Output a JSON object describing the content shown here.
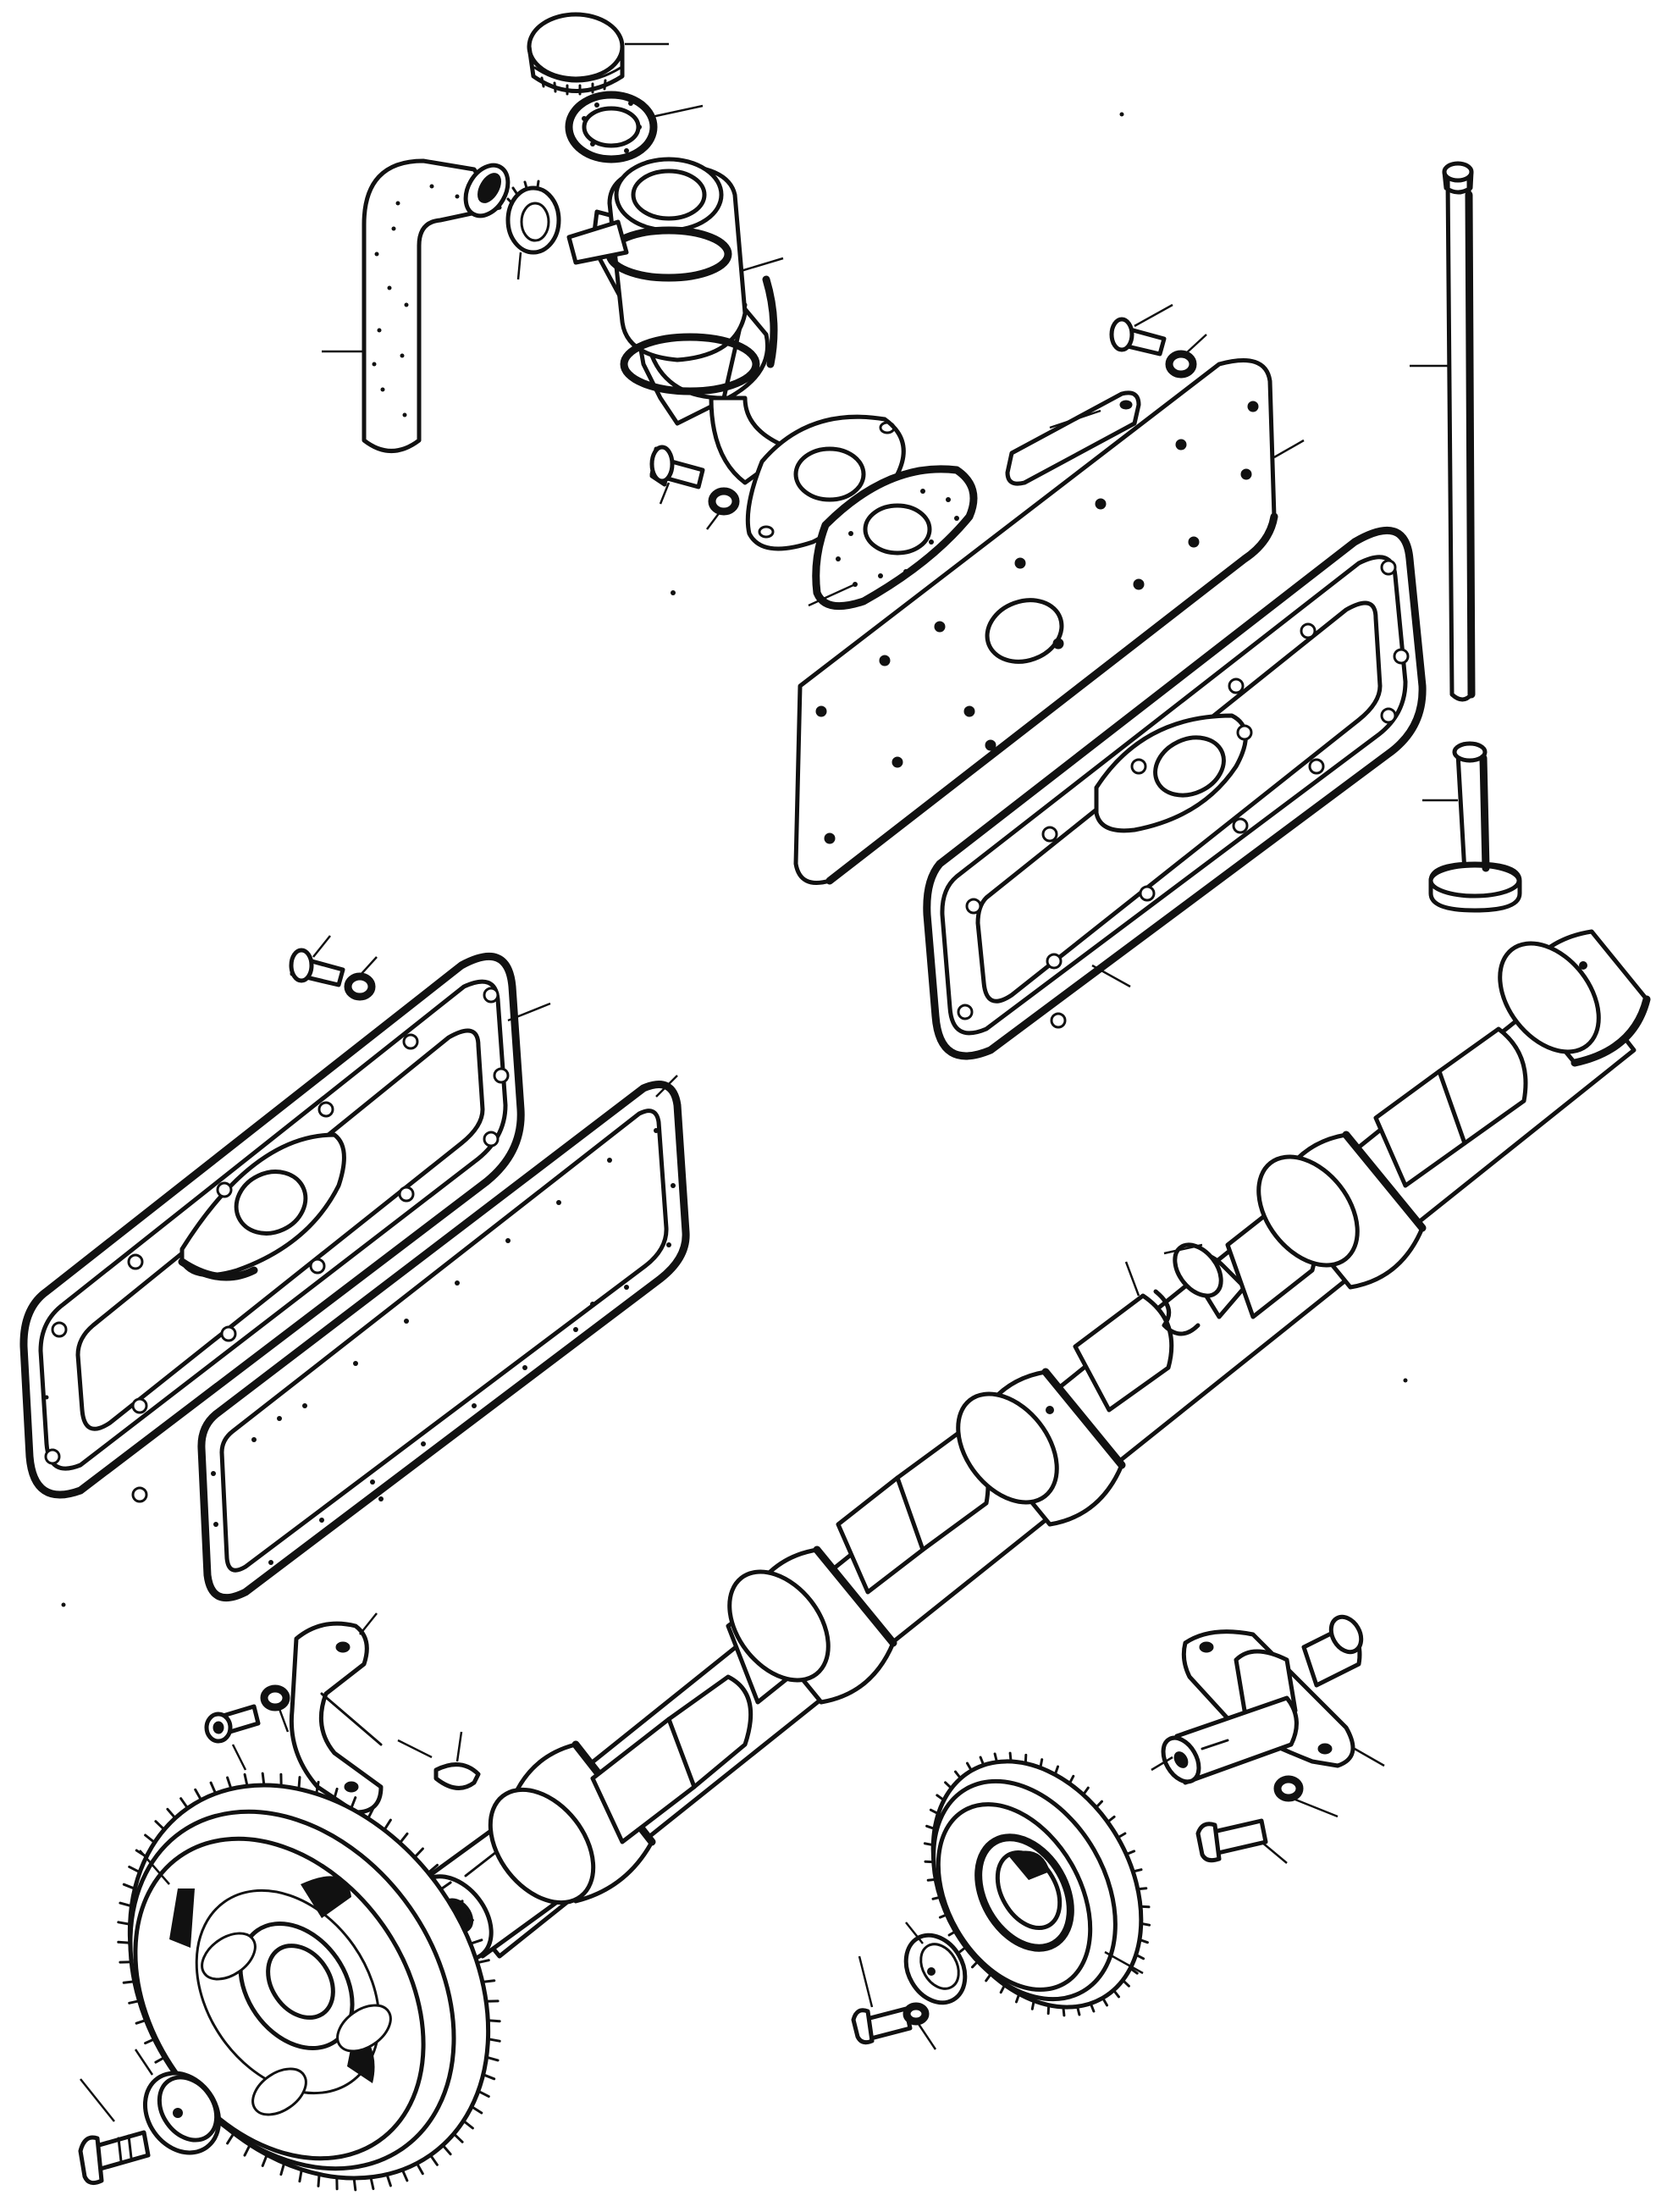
{
  "diagram": {
    "subject": "exploded-parts-drawing",
    "labels_present": false,
    "colors": {
      "ink": "#111111",
      "paper": "#ffffff"
    },
    "parts": [
      {
        "id": "filler-cap",
        "icon": "cap-icon"
      },
      {
        "id": "cap-seal-ring",
        "icon": "ring-icon"
      },
      {
        "id": "breather-hose",
        "icon": "hose-icon"
      },
      {
        "id": "hose-clip",
        "icon": "clip-icon"
      },
      {
        "id": "oil-filler-tube",
        "icon": "tube-icon"
      },
      {
        "id": "flange-gasket",
        "icon": "gasket-icon"
      },
      {
        "id": "flange-bolt",
        "icon": "bolt-icon"
      },
      {
        "id": "flange-washer",
        "icon": "washer-icon"
      },
      {
        "id": "tappet-side-cover-plate",
        "icon": "plate-icon"
      },
      {
        "id": "cover-bracket-strip",
        "icon": "strip-icon"
      },
      {
        "id": "cover-screw",
        "icon": "screw-icon"
      },
      {
        "id": "cover-washer",
        "icon": "washer-icon"
      },
      {
        "id": "push-rod",
        "icon": "rod-icon"
      },
      {
        "id": "tappet",
        "icon": "tappet-icon"
      },
      {
        "id": "tappet-cover-upper",
        "icon": "cover-icon"
      },
      {
        "id": "tappet-cover-lower",
        "icon": "cover-icon"
      },
      {
        "id": "side-cover-gasket",
        "icon": "gasket-icon"
      },
      {
        "id": "lower-cover-screw",
        "icon": "screw-icon"
      },
      {
        "id": "lower-cover-washer",
        "icon": "washer-icon"
      },
      {
        "id": "camshaft",
        "icon": "camshaft-icon"
      },
      {
        "id": "thrust-plate",
        "icon": "plate-icon"
      },
      {
        "id": "thrust-plate-screw",
        "icon": "screw-icon"
      },
      {
        "id": "thrust-plate-washer",
        "icon": "washer-icon"
      },
      {
        "id": "woodruff-key",
        "icon": "key-icon"
      },
      {
        "id": "camshaft-gear",
        "icon": "gear-icon"
      },
      {
        "id": "camshaft-gear-washer",
        "icon": "washer-icon"
      },
      {
        "id": "camshaft-gear-bolt",
        "icon": "bolt-icon"
      },
      {
        "id": "idler-spindle",
        "icon": "spindle-icon"
      },
      {
        "id": "idler-spindle-bolt",
        "icon": "bolt-icon"
      },
      {
        "id": "idler-spindle-washer",
        "icon": "washer-icon"
      },
      {
        "id": "idler-gear",
        "icon": "gear-icon"
      },
      {
        "id": "idler-gear-washer",
        "icon": "washer-icon"
      },
      {
        "id": "idler-gear-bolt",
        "icon": "bolt-icon"
      }
    ]
  }
}
